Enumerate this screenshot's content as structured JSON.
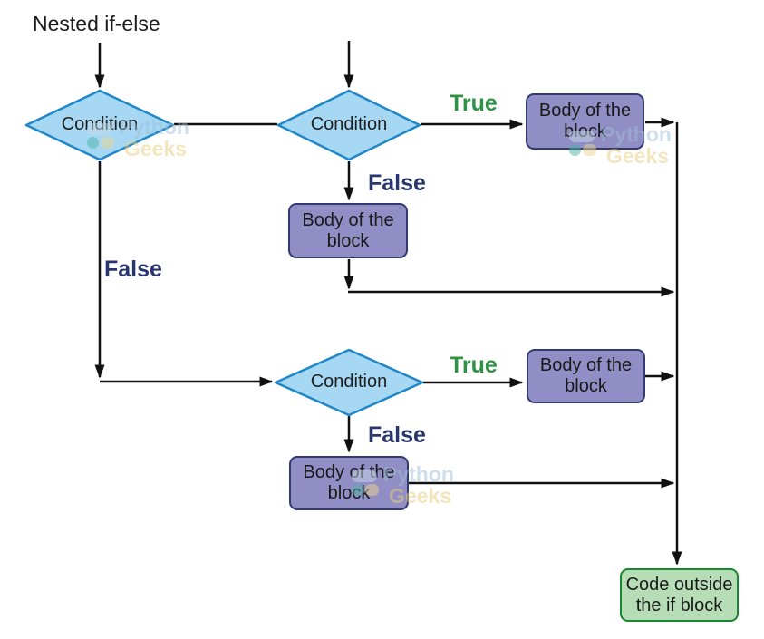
{
  "title": "Nested if-else",
  "nodes": {
    "condition_outer": {
      "label": "Condition"
    },
    "condition_top": {
      "label": "Condition"
    },
    "condition_nested": {
      "label": "Condition"
    },
    "body_true_top": {
      "label": "Body of the block"
    },
    "body_false_top": {
      "label": "Body of the block"
    },
    "body_true_nested": {
      "label": "Body of the block"
    },
    "body_false_nested": {
      "label": "Body of the block"
    },
    "code_outside": {
      "label": "Code outside the if block"
    }
  },
  "edge_labels": {
    "true_top": "True",
    "false_top": "False",
    "false_outer": "False",
    "true_nested": "True",
    "false_nested": "False"
  },
  "watermark": {
    "line1": "Python",
    "line2": "Geeks"
  },
  "colors": {
    "diamond_fill": "#a6d8f3",
    "diamond_border": "#1f87c9",
    "body_fill": "#918ec5",
    "body_border": "#333a72",
    "terminal_fill": "#b6ddb5",
    "terminal_border": "#17882f",
    "true_label": "#2e9245",
    "false_label": "#28366d",
    "line": "#111111"
  }
}
